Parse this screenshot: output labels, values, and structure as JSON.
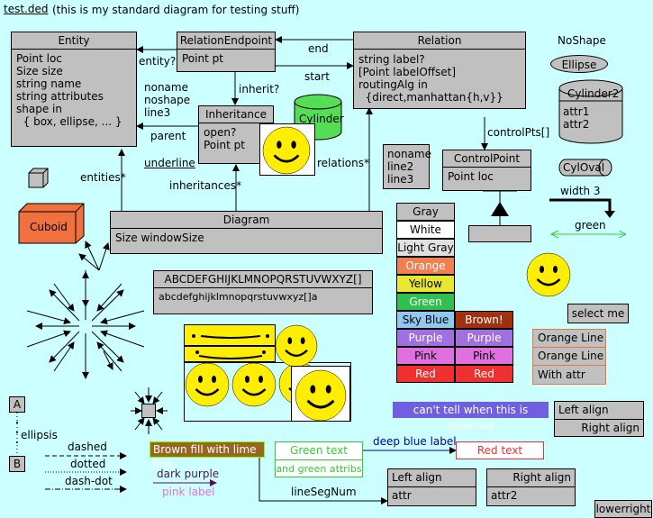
{
  "header": {
    "filename": "test.ded",
    "description": "(this is my standard diagram for testing stuff)"
  },
  "entity": {
    "title": "Entity",
    "attrs": "Point loc\nSize size\nstring name\nstring attributes\nshape in\n  { box, ellipse, ... }"
  },
  "relationEndpoint": {
    "title": "RelationEndpoint",
    "attrs": "Point pt"
  },
  "relation": {
    "title": "Relation",
    "attrs": "string label?\n[Point labelOffset]\nroutingAlg in\n  {direct,manhattan{h,v}}"
  },
  "inheritance": {
    "title": "Inheritance",
    "attrs": "open?\nPoint pt"
  },
  "diagram": {
    "title": "Diagram",
    "attrs": "Size windowSize"
  },
  "controlPoint": {
    "title": "ControlPoint",
    "attrs": "Point loc"
  },
  "labels": {
    "entity_q": "entity?",
    "end": "end",
    "start": "start",
    "inherit_q": "inherit?",
    "noname_stack": "noname\nnoshape\nline3",
    "parent": "parent",
    "underline": "underline",
    "inheritances": "inheritances*",
    "entities": "entities*",
    "relations": "relations*",
    "controlPts": "controlPts[]",
    "noshape": "NoShape",
    "width3": "width 3",
    "green": "green",
    "ellipsis": "ellipsis",
    "dashed": "dashed",
    "dotted": "dotted",
    "dash_dot": "dash-dot",
    "dark_purple": "dark purple",
    "pink_label": "pink label",
    "deep_blue": "deep blue label",
    "lineSegNum": "lineSegNum",
    "lowerright": "lowerright",
    "A": "A",
    "B": "B"
  },
  "shapes": {
    "cylinder": "Cylinder",
    "ellipse": "Ellipse",
    "cuboid": "Cuboid",
    "cylOval": "CylOval",
    "cylinder2": {
      "title": "Cylinder2",
      "attrs": "attr1\nattr2"
    }
  },
  "nonameBox": "noname\nline2\nline3",
  "alphabet": {
    "upper": "ABCDEFGHIJKLMNOPQRSTUVWXYZ[]",
    "lower": "abcdefghijklmnopqrstuvwxyz[]a"
  },
  "colorTable": {
    "left": [
      {
        "text": "Gray",
        "bg": "#c0c0c0",
        "fg": "#000000"
      },
      {
        "text": "White",
        "bg": "#ffffff",
        "fg": "#000000"
      },
      {
        "text": "Light Gray",
        "bg": "#e0e0e0",
        "fg": "#000000"
      },
      {
        "text": "Orange",
        "bg": "#f08050",
        "fg": "#ffffff"
      },
      {
        "text": "Yellow",
        "bg": "#e8e830",
        "fg": "#000000"
      },
      {
        "text": "Green",
        "bg": "#30c050",
        "fg": "#ffffff"
      },
      {
        "text": "Sky Blue",
        "bg": "#90c8f0",
        "fg": "#000000"
      },
      {
        "text": "Purple",
        "bg": "#a070e0",
        "fg": "#ffffff"
      },
      {
        "text": "Pink",
        "bg": "#e070e0",
        "fg": "#000000"
      },
      {
        "text": "Red",
        "bg": "#f03030",
        "fg": "#ffffff"
      }
    ],
    "right": [
      {
        "text": "Brown!",
        "bg": "#a03010",
        "fg": "#ffffff"
      },
      {
        "text": "Purple",
        "bg": "#a070e0",
        "fg": "#ffffff"
      },
      {
        "text": "Pink",
        "bg": "#e070e0",
        "fg": "#000000"
      },
      {
        "text": "Red",
        "bg": "#f03030",
        "fg": "#ffffff"
      }
    ]
  },
  "selectMe": "select me",
  "orangeLines": {
    "line1": "Orange Line",
    "line2": "Orange Line",
    "attr": "With attr"
  },
  "cantTell": "can't tell when this is selected",
  "align1": {
    "left": "Left align",
    "right": "Right align"
  },
  "brownFill": "Brown fill with lime line",
  "greenText": {
    "line1": "Green text",
    "line2": "and green attribs"
  },
  "redText": "Red text",
  "align2": {
    "title": "Left align",
    "attr": "attr"
  },
  "align3": {
    "title": "Right align",
    "attr": "attr2"
  },
  "colors": {
    "bg": "#ccffff",
    "boxGray": "#c0c0c0",
    "green": "#33cc33",
    "cylinderGreen": "#55dd55",
    "orange": "#f07040",
    "blueLabel": "#7060e0",
    "brownFill": "#996622"
  }
}
